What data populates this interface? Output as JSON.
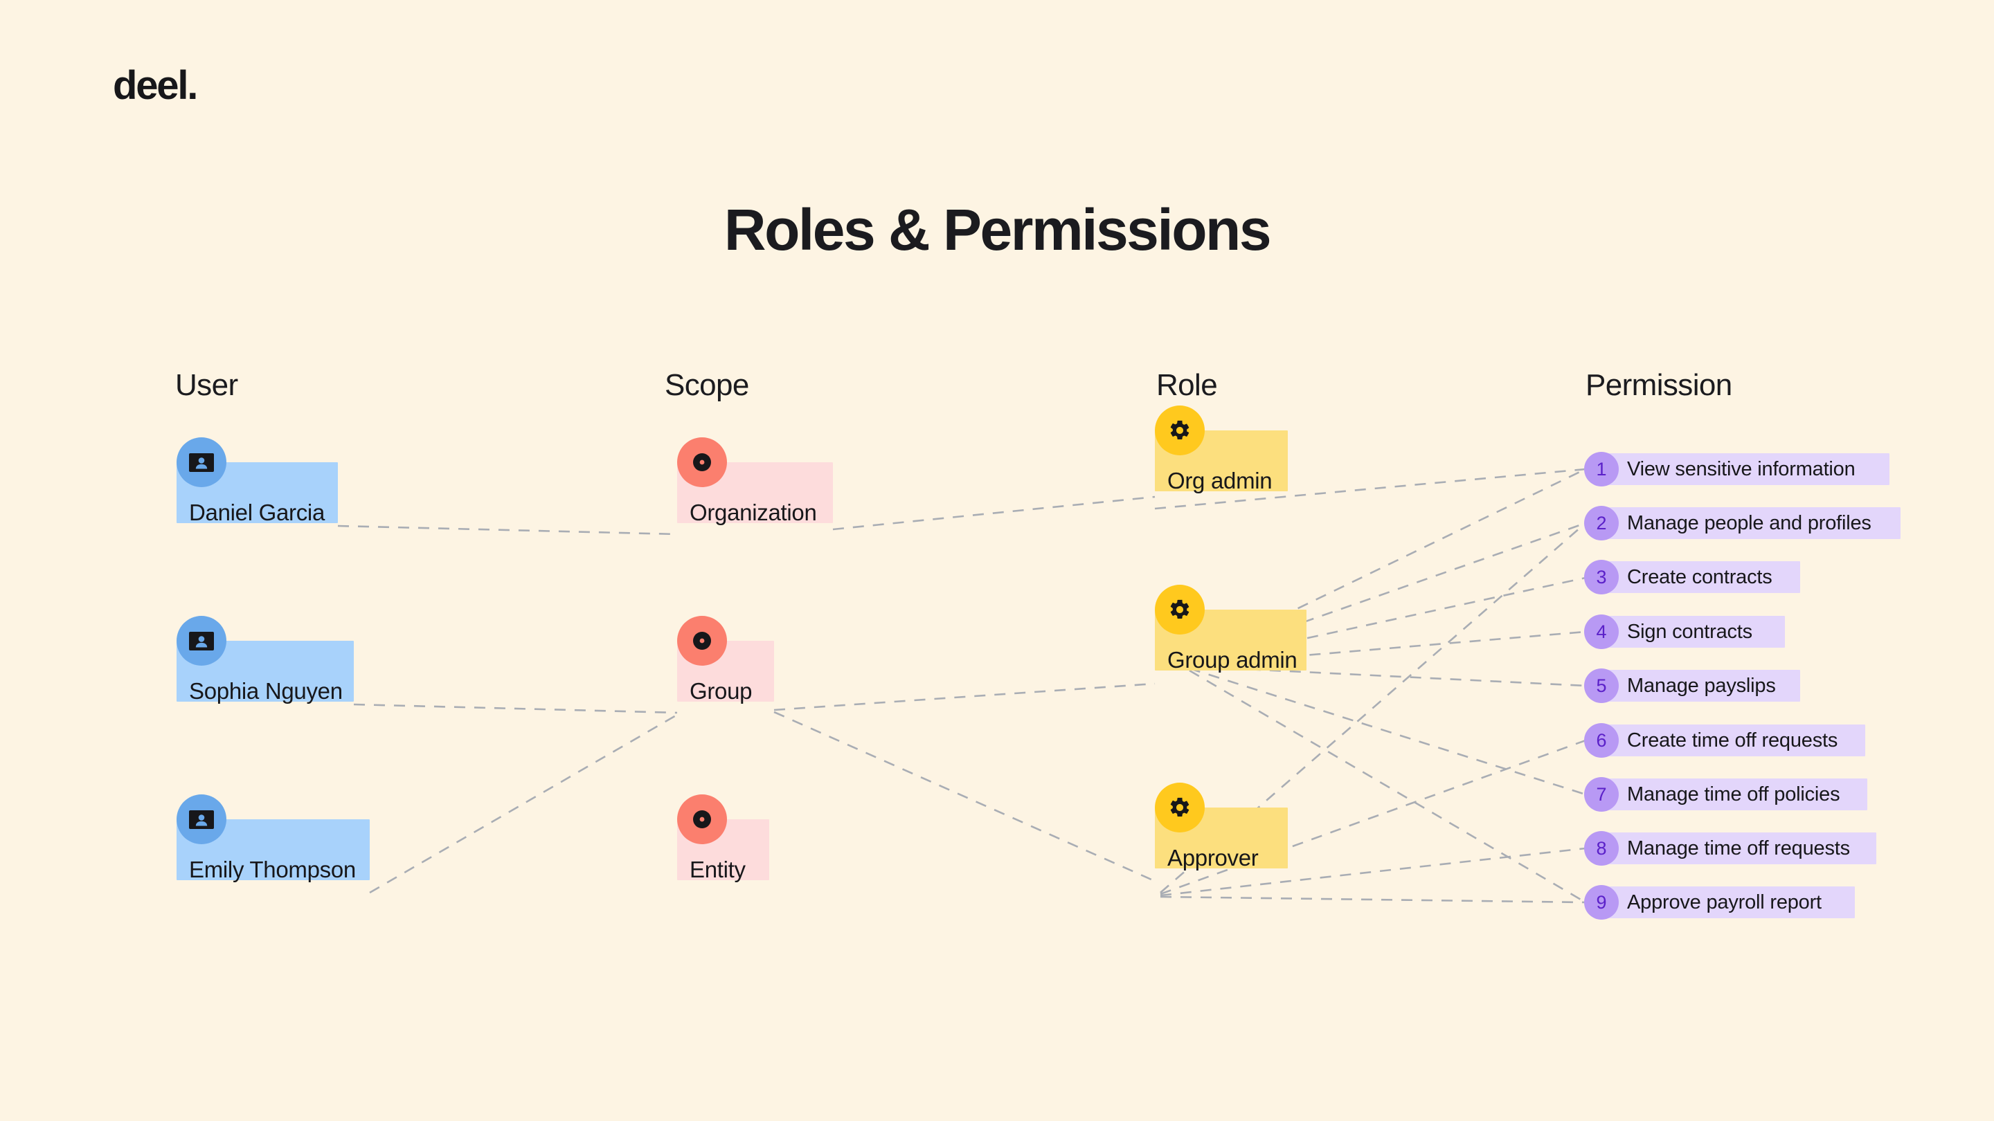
{
  "brand": {
    "logo_text": "deel."
  },
  "page": {
    "title": "Roles & Permissions",
    "background_color": "#FDF4E3"
  },
  "columns": [
    {
      "key": "user",
      "label": "User"
    },
    {
      "key": "scope",
      "label": "Scope"
    },
    {
      "key": "role",
      "label": "Role"
    },
    {
      "key": "permission",
      "label": "Permission"
    }
  ],
  "colors": {
    "user_plate": "#A8D2FB",
    "user_badge": "#69A8EA",
    "scope_plate": "#FDDCDC",
    "scope_badge": "#FB7F6E",
    "role_plate": "#FCDF7E",
    "role_badge": "#FFC91E",
    "permission_bar": "#E3D6FB",
    "permission_badge": "#B899F4",
    "permission_number": "#5B21C9",
    "connector": "#A9ADB4",
    "text": "#17171A"
  },
  "users": [
    {
      "id": "daniel",
      "label": "Daniel Garcia",
      "icon": "id-card-icon"
    },
    {
      "id": "sophia",
      "label": "Sophia Nguyen",
      "icon": "id-card-icon"
    },
    {
      "id": "emily",
      "label": "Emily Thompson",
      "icon": "id-card-icon"
    }
  ],
  "scopes": [
    {
      "id": "organization",
      "label": "Organization",
      "icon": "target-ring-icon"
    },
    {
      "id": "group",
      "label": "Group",
      "icon": "target-ring-icon"
    },
    {
      "id": "entity",
      "label": "Entity",
      "icon": "target-ring-icon"
    }
  ],
  "roles": [
    {
      "id": "org-admin",
      "label": "Org admin",
      "icon": "gear-icon"
    },
    {
      "id": "group-admin",
      "label": "Group admin",
      "icon": "gear-icon"
    },
    {
      "id": "approver",
      "label": "Approver",
      "icon": "gear-icon"
    }
  ],
  "permissions": [
    {
      "number": "1",
      "label": "View sensitive information"
    },
    {
      "number": "2",
      "label": "Manage people and profiles"
    },
    {
      "number": "3",
      "label": "Create contracts"
    },
    {
      "number": "4",
      "label": "Sign contracts"
    },
    {
      "number": "5",
      "label": "Manage payslips"
    },
    {
      "number": "6",
      "label": "Create time off requests"
    },
    {
      "number": "7",
      "label": "Manage time off policies"
    },
    {
      "number": "8",
      "label": "Manage time off requests"
    },
    {
      "number": "9",
      "label": "Approve payroll report"
    }
  ],
  "connections": [
    {
      "from": "daniel",
      "to": "organization"
    },
    {
      "from": "sophia",
      "to": "group"
    },
    {
      "from": "emily",
      "to": "group"
    },
    {
      "from": "organization",
      "to": "org-admin"
    },
    {
      "from": "group",
      "to": "group-admin"
    },
    {
      "from": "group",
      "to": "approver"
    },
    {
      "from": "org-admin",
      "to": "permission-1"
    },
    {
      "from": "group-admin",
      "to": "permission-1"
    },
    {
      "from": "group-admin",
      "to": "permission-2"
    },
    {
      "from": "group-admin",
      "to": "permission-3"
    },
    {
      "from": "group-admin",
      "to": "permission-4"
    },
    {
      "from": "group-admin",
      "to": "permission-5"
    },
    {
      "from": "group-admin",
      "to": "permission-7"
    },
    {
      "from": "group-admin",
      "to": "permission-9"
    },
    {
      "from": "approver",
      "to": "permission-2"
    },
    {
      "from": "approver",
      "to": "permission-6"
    },
    {
      "from": "approver",
      "to": "permission-8"
    },
    {
      "from": "approver",
      "to": "permission-9"
    }
  ]
}
